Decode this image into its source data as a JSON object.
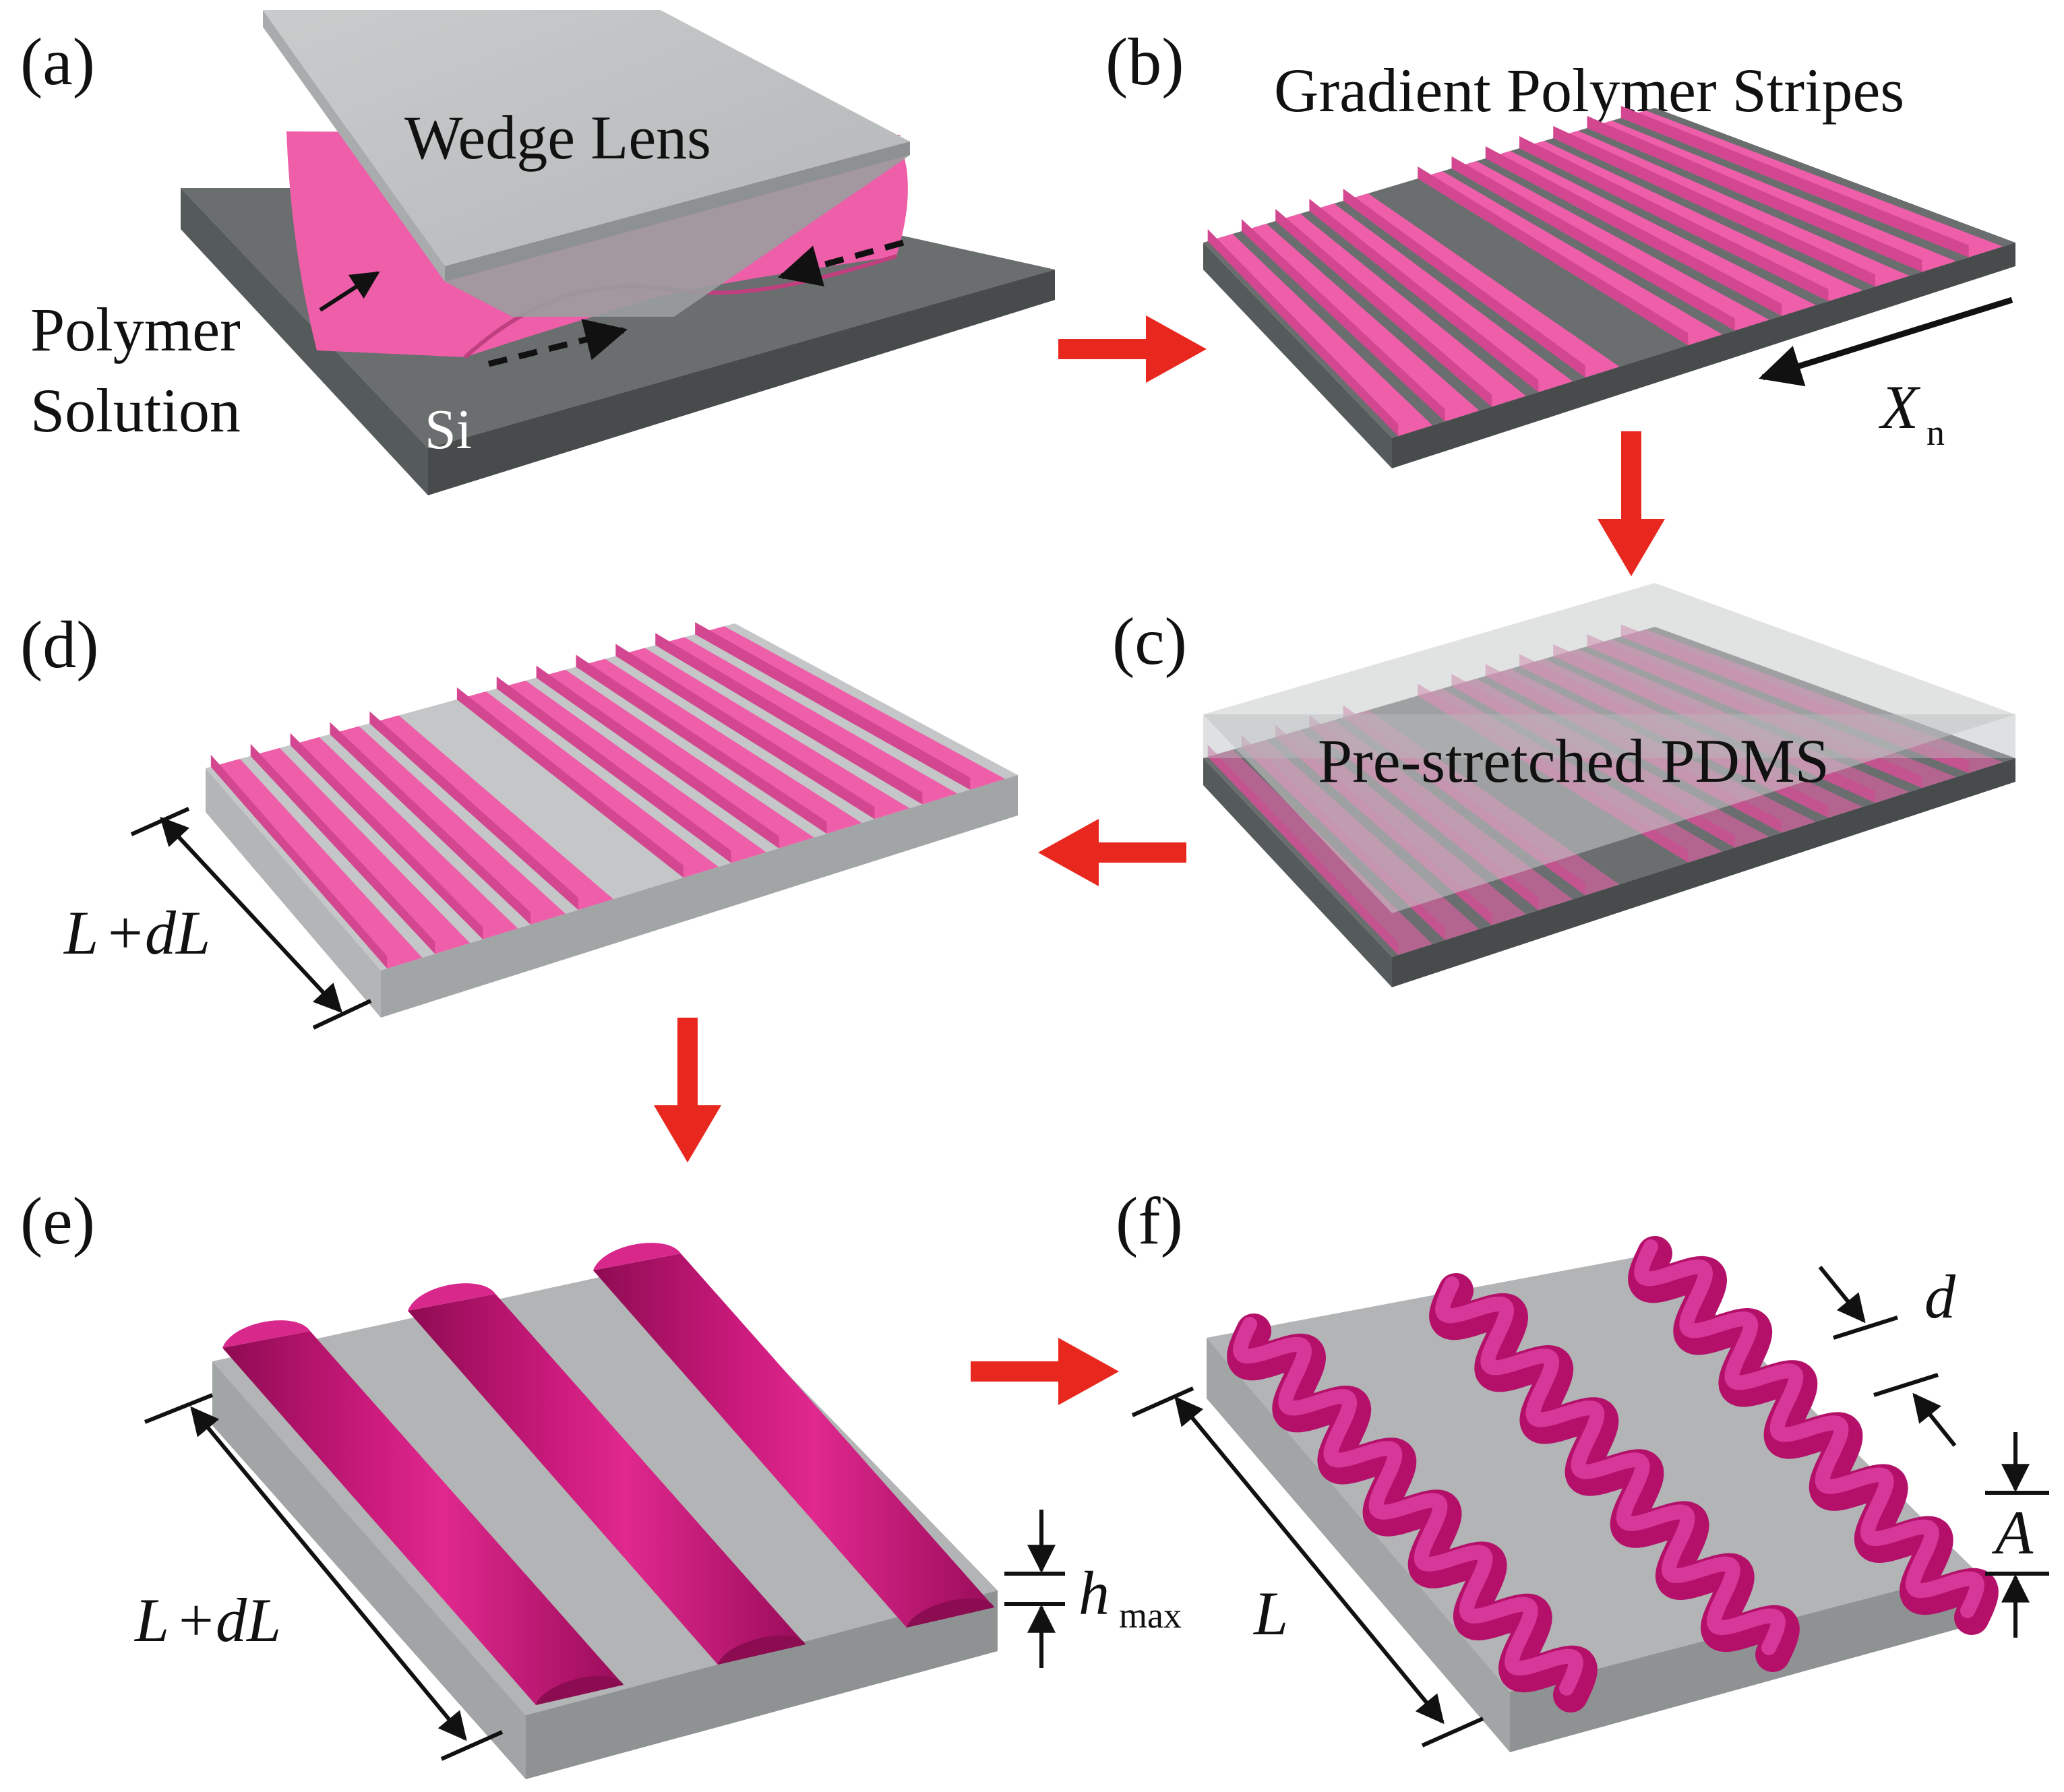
{
  "panels": {
    "a": {
      "label": "(a)",
      "lens_label": "Wedge Lens",
      "solution_label_line1": "Polymer",
      "solution_label_line2": "Solution",
      "substrate_label": "Si"
    },
    "b": {
      "label": "(b)",
      "title": "Gradient Polymer Stripes",
      "axis_symbol": "X",
      "axis_subscript": "n"
    },
    "c": {
      "label": "(c)",
      "title": "Pre-stretched PDMS"
    },
    "d": {
      "label": "(d)",
      "dimension_L": "L",
      "dimension_op": "+",
      "dimension_dL": "dL"
    },
    "e": {
      "label": "(e)",
      "dimension_L": "L",
      "dimension_op": "+",
      "dimension_dL": "dL",
      "height_symbol": "h",
      "height_subscript": "max"
    },
    "f": {
      "label": "(f)",
      "dimension_L": "L",
      "spacing_symbol": "d",
      "amplitude_symbol": "A"
    }
  },
  "colors": {
    "polymer": "#ee5ea9",
    "polymer_edge": "#d2478f",
    "polymer_dark": "#b4106a",
    "silicon_top": "#6a6e6f",
    "silicon_side": "#4a4e4f",
    "pdms_top": "#c4c6c7",
    "pdms_side": "#a2a5a6",
    "process_arrow": "#e8281e"
  }
}
